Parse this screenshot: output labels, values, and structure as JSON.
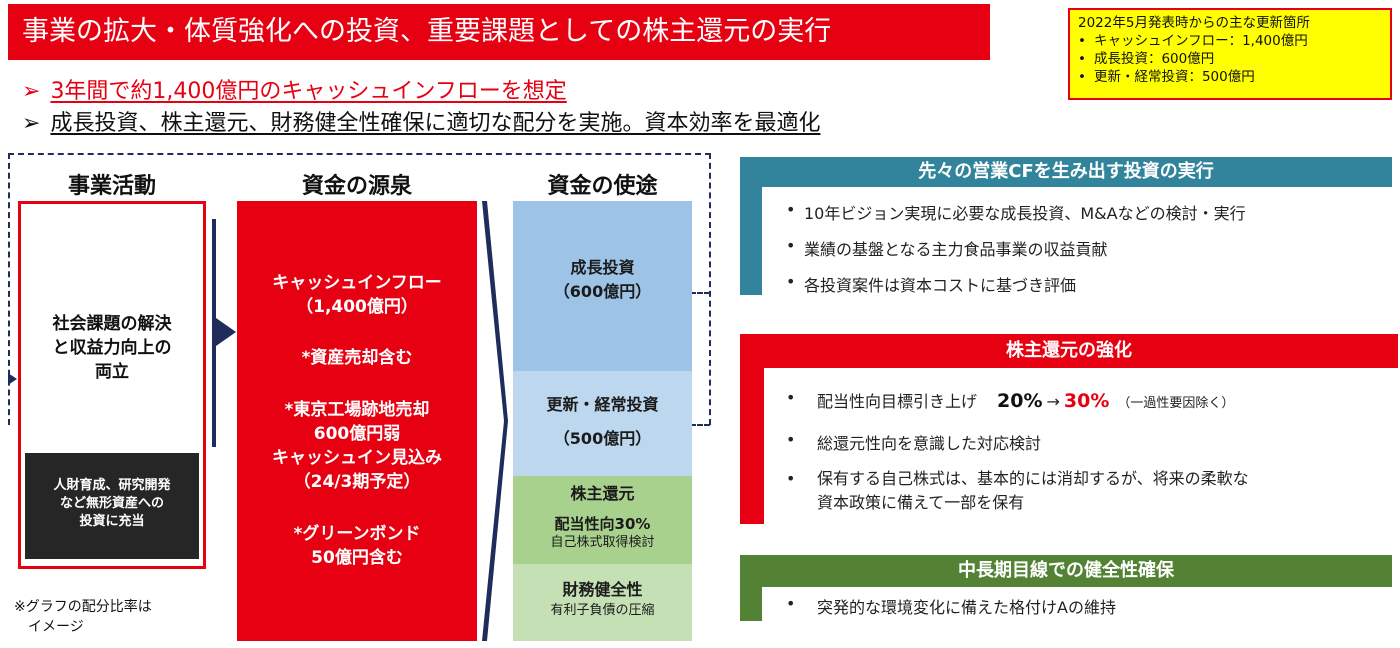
{
  "title": "事業の拡大・体質強化への投資、重要課題としての株主還元の実行",
  "update_box": {
    "heading": "2022年5月発表時からの主な更新箇所",
    "items": [
      "キャッシュインフロー：1,400億円",
      "成長投資：600億円",
      "更新・経常投資：500億円"
    ]
  },
  "bullets": [
    {
      "arrow": "➢",
      "text": "3年間で約1,400億円のキャッシュインフローを想定"
    },
    {
      "arrow": "➢",
      "text": "成長投資、株主還元、財務健全性確保に適切な配分を実施。資本効率を最適化"
    }
  ],
  "columns": {
    "business": "事業活動",
    "sources": "資金の源泉",
    "uses": "資金の使途"
  },
  "business": {
    "main_lines": [
      "社会課題の解決",
      "と収益力向上の",
      "両立"
    ],
    "dark_lines": [
      "人財育成、研究開発",
      "など無形資産への",
      "投資に充当"
    ]
  },
  "sources": {
    "inflow": [
      "キャッシュインフロー",
      "（1,400億円）"
    ],
    "asset_sale": "*資産売却含む",
    "factory": [
      "*東京工場跡地売却",
      "600億円弱",
      "キャッシュイン見込み",
      "（24/3期予定）"
    ],
    "green_bond": [
      "*グリーンボンド",
      "50億円含む"
    ]
  },
  "uses": {
    "growth": [
      "成長投資",
      "（600億円）"
    ],
    "renewal": {
      "title": "更新・経常投資",
      "amount": "（500億円）"
    },
    "shareholder": {
      "title": "株主還元",
      "payout": "配当性向30%",
      "buyback": "自己株式取得検討"
    },
    "financial": {
      "title": "財務健全性",
      "sub": "有利子負債の圧縮"
    }
  },
  "note_lines": [
    "※グラフの配分比率は",
    "　イメージ"
  ],
  "panels": {
    "invest": {
      "title": "先々の営業CFを生み出す投資の実行",
      "items": [
        "10年ビジョン実現に必要な成長投資、M&Aなどの検討・実行",
        "業績の基盤となる主力食品事業の収益貢献",
        "各投資案件は資本コストに基づき評価"
      ]
    },
    "return": {
      "title": "株主還元の強化",
      "item1_text": "配当性向目標引き上げ",
      "item1_from": "20%",
      "item1_arrow": "→",
      "item1_to": "30%",
      "item1_note": "（一過性要因除く）",
      "item2": "総還元性向を意識した対応検討",
      "item3_lines": [
        "保有する自己株式は、基本的には消却するが、将来の柔軟な",
        "資本政策に備えて一部を保有"
      ]
    },
    "health": {
      "title": "中長期目線での健全性確保",
      "items": [
        "突発的な環境変化に備えた格付けAの維持"
      ]
    }
  },
  "colors": {
    "red": "#e60012",
    "navy": "#1f2d5c",
    "teal": "#31849b",
    "green": "#548235",
    "yellow": "#ffff00",
    "blue_growth": "#9dc3e6",
    "blue_renewal": "#bdd7ee",
    "green_return": "#a9d18e",
    "green_health": "#c5e0b4"
  }
}
